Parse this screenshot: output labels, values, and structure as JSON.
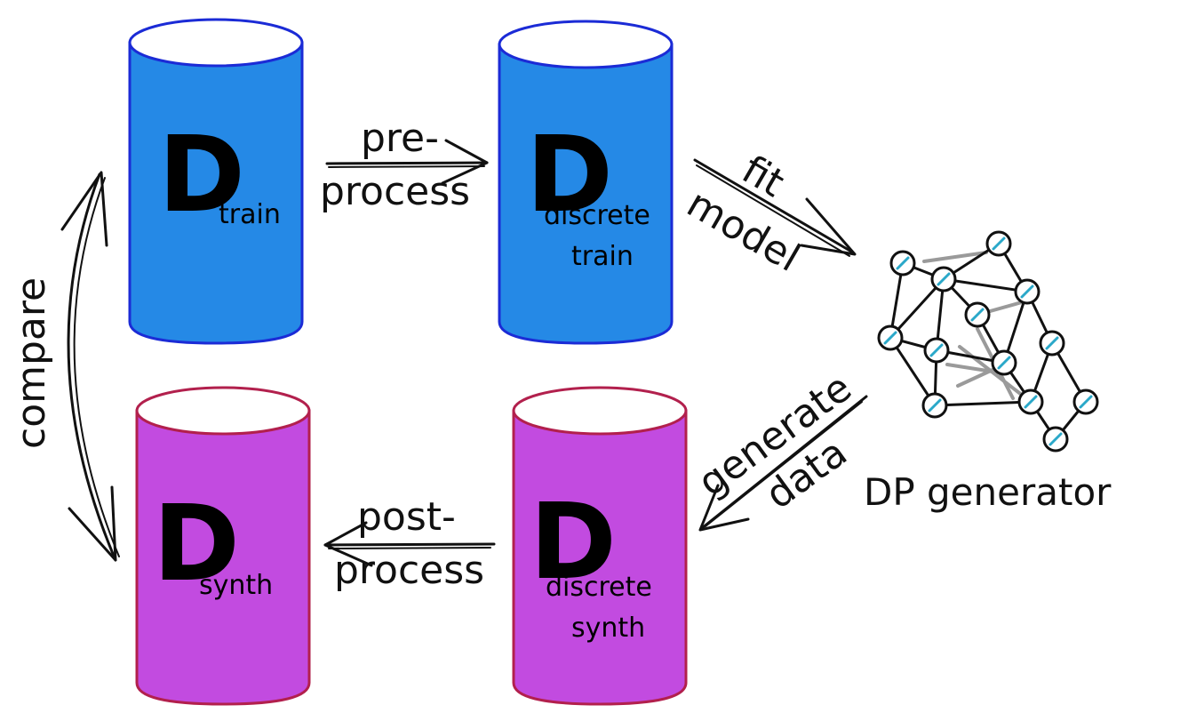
{
  "colors": {
    "train_fill": "#2589e6",
    "train_edge": "#1b2bd6",
    "synth_fill": "#c24be0",
    "synth_edge": "#b2204d",
    "node_accent": "#2aa8c9"
  },
  "cylinders": {
    "train": {
      "letter": "D",
      "subscript_lines": [
        "train"
      ]
    },
    "discrete_train": {
      "letter": "D",
      "subscript_lines": [
        "discrete",
        "train"
      ]
    },
    "synth": {
      "letter": "D",
      "subscript_lines": [
        "synth"
      ]
    },
    "discrete_synth": {
      "letter": "D",
      "subscript_lines": [
        "discrete",
        "synth"
      ]
    }
  },
  "edges": {
    "preprocess": {
      "lines": [
        "pre-",
        "process"
      ]
    },
    "fit_model": {
      "lines": [
        "fit",
        "model"
      ]
    },
    "generate_data": {
      "lines": [
        "generate",
        "data"
      ]
    },
    "postprocess": {
      "lines": [
        "post-",
        "process"
      ]
    },
    "compare": {
      "lines": [
        "compare"
      ]
    }
  },
  "generator": {
    "label": "DP generator",
    "icon": "network-graph-icon"
  }
}
